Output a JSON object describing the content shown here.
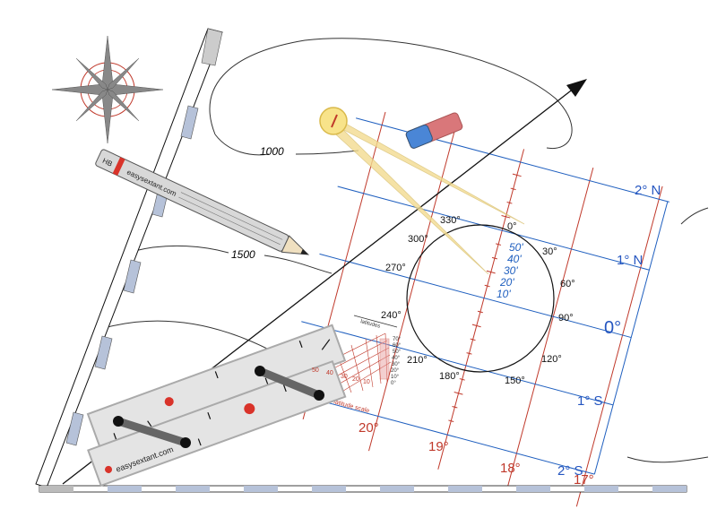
{
  "contours": [
    {
      "label": "1000"
    },
    {
      "label": "1500"
    }
  ],
  "chart": {
    "latitudes": [
      "2° N",
      "1° N",
      "0°",
      "1° S",
      "2° S"
    ],
    "longitudes": [
      "20°",
      "19°",
      "18°",
      "17°"
    ],
    "minutes": [
      "50'",
      "40'",
      "30'",
      "20'",
      "10'"
    ],
    "bearings": [
      "0°",
      "30°",
      "60°",
      "90°",
      "120°",
      "150°",
      "180°",
      "210°",
      "240°",
      "270°",
      "300°",
      "330°"
    ]
  },
  "latitude_scale": {
    "title": "latitudes",
    "values": [
      "70°",
      "60°",
      "50°",
      "40°",
      "30°",
      "20°",
      "10°",
      "0°"
    ],
    "bottom": [
      "50",
      "40",
      "30",
      "20",
      "10"
    ],
    "footer": "latitude scale"
  },
  "pencil": {
    "grade": "HB",
    "brand": "easysextant.com"
  },
  "parallel_ruler": {
    "brand": "easysextant.com"
  },
  "colors": {
    "blue": "#1f5fbf",
    "red": "#c0392b",
    "latitude_blue": "#2455c0"
  }
}
